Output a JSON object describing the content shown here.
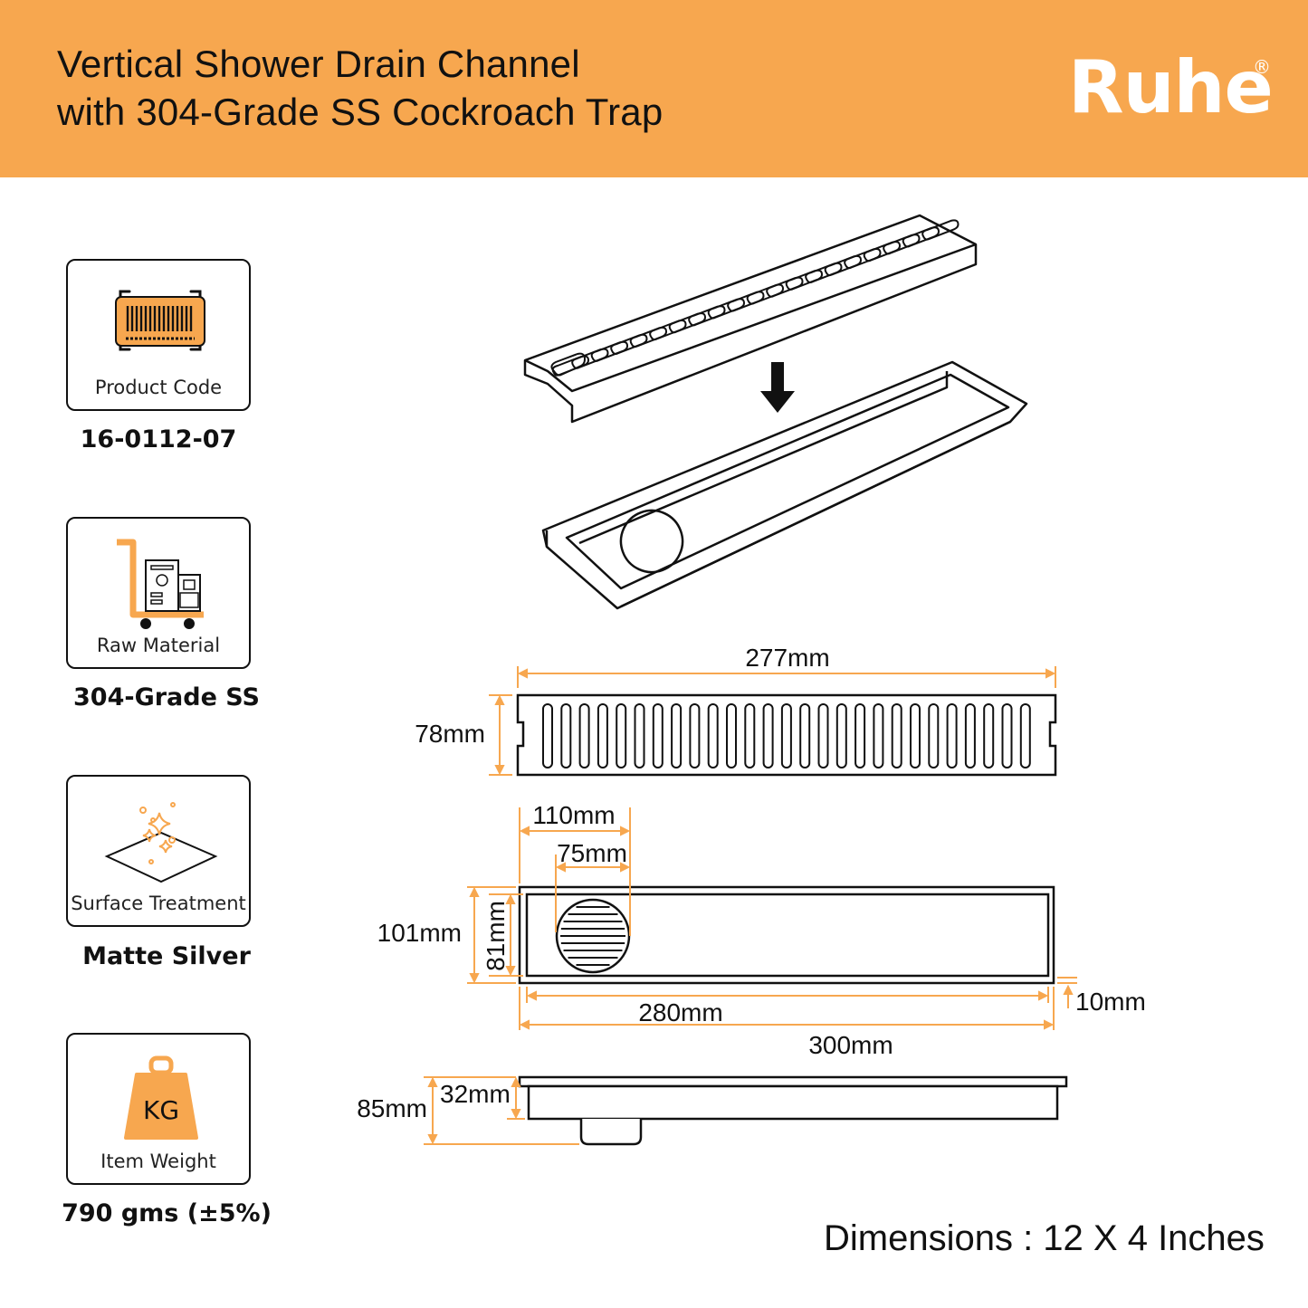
{
  "header": {
    "title_line1": "Vertical Shower Drain Channel",
    "title_line2": "with 304-Grade SS Cockroach Trap",
    "brand": "Ruhe",
    "brand_mark": "®"
  },
  "colors": {
    "accent": "#f7a74f",
    "ink": "#111111",
    "dim_line": "#f7a74f"
  },
  "specs": [
    {
      "icon": "barcode-scanner-icon",
      "label": "Product Code",
      "value": "16-0112-07"
    },
    {
      "icon": "material-trolley-icon",
      "label": "Raw Material",
      "value": "304-Grade SS"
    },
    {
      "icon": "sparkle-surface-icon",
      "label": "Surface Treatment",
      "value": "Matte Silver"
    },
    {
      "icon": "weight-kg-icon",
      "label": "Item Weight",
      "value": "790 gms (±5%)",
      "icon_text": "KG"
    }
  ],
  "dimensions_labels": {
    "grate_length": "277mm",
    "grate_width": "78mm",
    "outlet_offset": "110mm",
    "outlet_diameter": "75mm",
    "channel_width": "101mm",
    "inner_width": "81mm",
    "inner_length": "280mm",
    "flange": "10mm",
    "total_length": "300mm",
    "total_depth": "85mm",
    "body_depth": "32mm"
  },
  "footer": {
    "dimensions": "Dimensions : 12 X 4 Inches"
  }
}
